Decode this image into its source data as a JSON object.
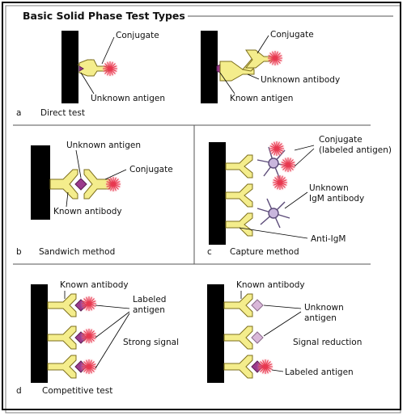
{
  "title": "Basic Solid Phase Test Types",
  "colors": {
    "border": "#000000",
    "solid_phase": "#000000",
    "antibody_fill": "#f4ed8c",
    "antibody_stroke": "#7d6f1c",
    "antigen_fill": "#9b3a8c",
    "antigen_light_fill": "#d9b8d9",
    "igm_fill": "#c9b6dd",
    "igm_stroke": "#5b4a78",
    "label_burst": "#e8384f",
    "label_glow": "#f9b3bd",
    "divider": "#555555"
  },
  "panels": {
    "a": {
      "letter": "a",
      "caption": "Direct test",
      "left": {
        "conjugate": "Conjugate",
        "unknown_antigen": "Unknown antigen"
      },
      "right": {
        "conjugate": "Conjugate",
        "unknown_antibody": "Unknown antibody",
        "known_antigen": "Known antigen"
      }
    },
    "b": {
      "letter": "b",
      "caption": "Sandwich method",
      "unknown_antigen": "Unknown antigen",
      "conjugate": "Conjugate",
      "known_antibody": "Known antibody"
    },
    "c": {
      "letter": "c",
      "caption": "Capture method",
      "conjugate_line1": "Conjugate",
      "conjugate_line2": "(labeled antigen)",
      "igm_line1": "Unknown",
      "igm_line2": "IgM antibody",
      "anti_igm": "Anti-IgM"
    },
    "d": {
      "letter": "d",
      "caption": "Competitive test",
      "left": {
        "known_antibody": "Known antibody",
        "labeled_line1": "Labeled",
        "labeled_line2": "antigen",
        "signal": "Strong signal"
      },
      "right": {
        "known_antibody": "Known antibody",
        "unknown_line1": "Unknown",
        "unknown_line2": "antigen",
        "signal": "Signal reduction",
        "labeled_antigen": "Labeled antigen"
      }
    }
  }
}
